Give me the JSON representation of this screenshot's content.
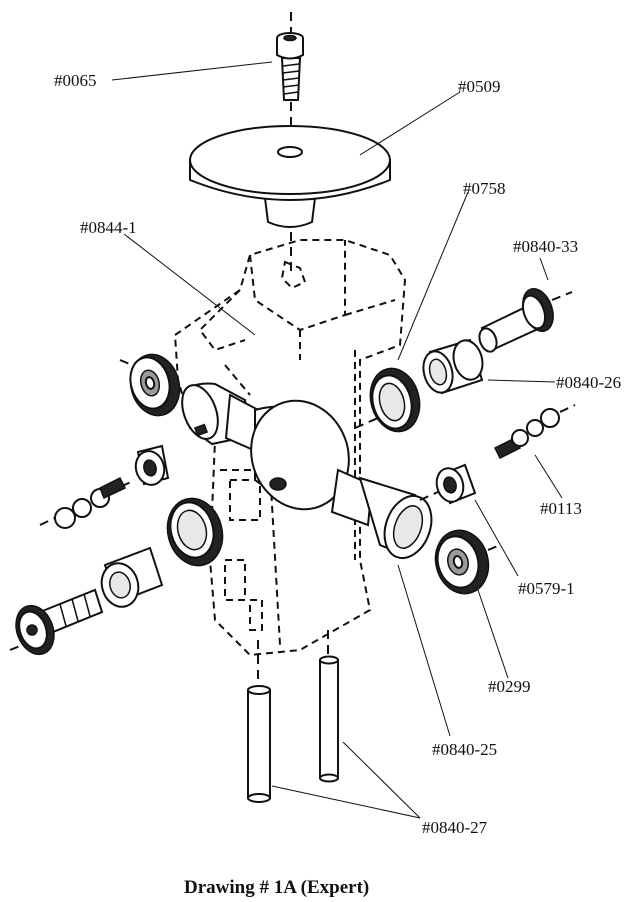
{
  "labels": {
    "p0065": "#0065",
    "p0509": "#0509",
    "p0758": "#0758",
    "p0844_1": "#0844-1",
    "p0840_33": "#0840-33",
    "p0840_26": "#0840-26",
    "p0113": "#0113",
    "p0579_1": "#0579-1",
    "p0299": "#0299",
    "p0840_25": "#0840-25",
    "p0840_27": "#0840-27"
  },
  "caption": "Drawing # 1A (Expert)"
}
